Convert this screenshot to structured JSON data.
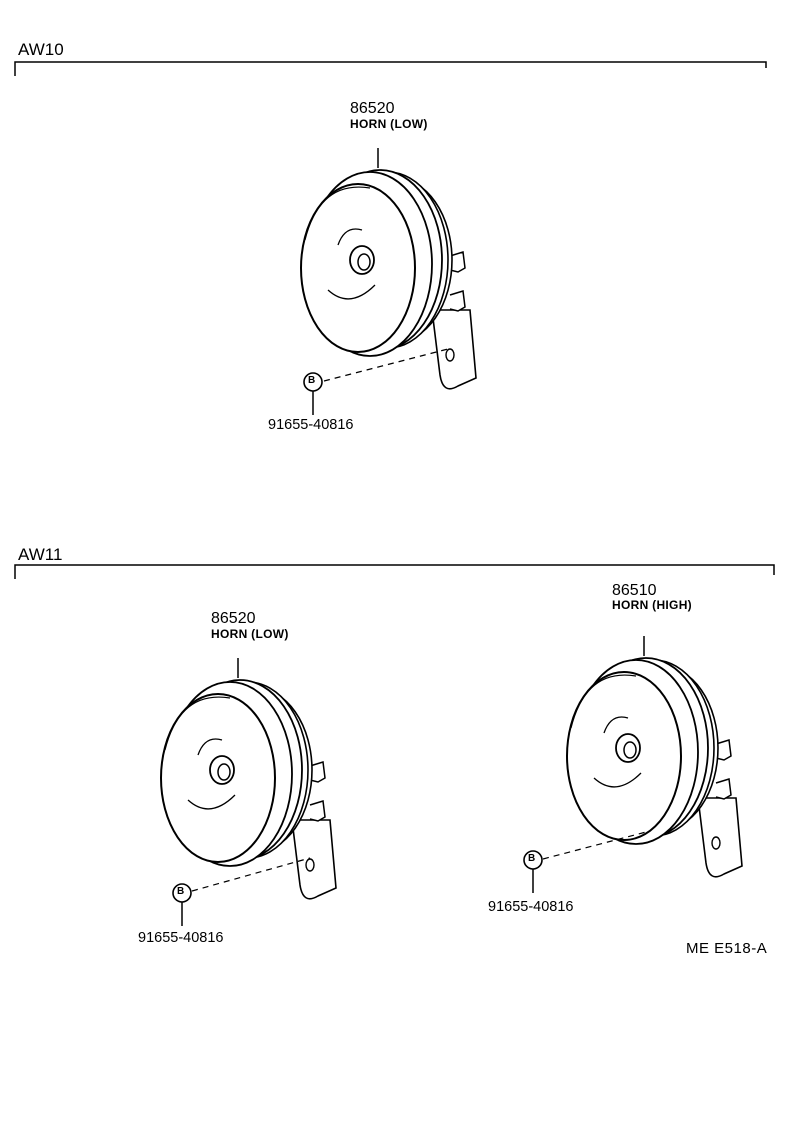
{
  "sections": [
    {
      "title": "AW10",
      "horns": [
        {
          "part_number": "86520",
          "part_name": "HORN (LOW)",
          "bolt_symbol": "B",
          "bolt_number": "91655-40816"
        }
      ]
    },
    {
      "title": "AW11",
      "horns": [
        {
          "part_number": "86520",
          "part_name": "HORN (LOW)",
          "bolt_symbol": "B",
          "bolt_number": "91655-40816"
        },
        {
          "part_number": "86510",
          "part_name": "HORN (HIGH)",
          "bolt_symbol": "B",
          "bolt_number": "91655-40816"
        }
      ]
    }
  ],
  "diagram_code": "ME  E518-A",
  "icons": [
    "horn-icon",
    "bolt-callout-icon"
  ]
}
